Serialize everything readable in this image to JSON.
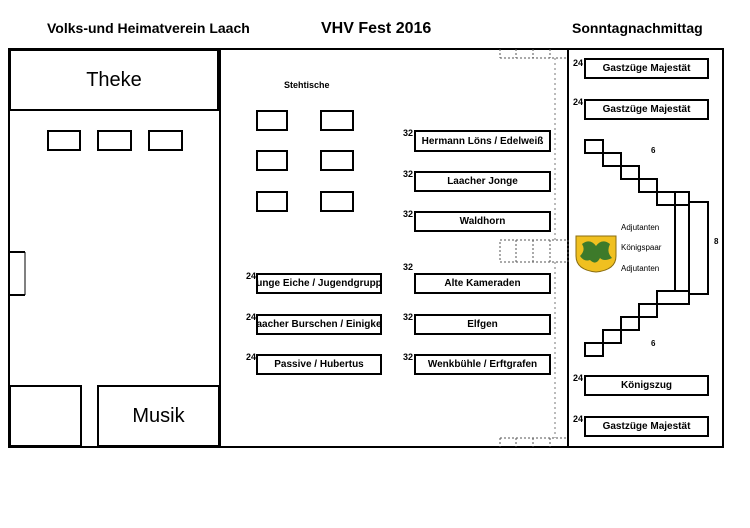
{
  "header": {
    "left": "Volks-und Heimatverein Laach",
    "center": "VHV Fest 2016",
    "right": "Sonntagnachmittag"
  },
  "rooms": {
    "theke": "Theke",
    "musik": "Musik",
    "stehtische": "Stehtische"
  },
  "middle_tables": [
    {
      "seats": "24",
      "label": "Junge Eiche / Jugendgruppe"
    },
    {
      "seats": "24",
      "label": "Laacher Burschen / Einigkeit"
    },
    {
      "seats": "24",
      "label": "Passive / Hubertus"
    }
  ],
  "center_tables": [
    {
      "seats": "32",
      "label": "Hermann Löns / Edelweiß"
    },
    {
      "seats": "32",
      "label": "Laacher Jonge"
    },
    {
      "seats": "32",
      "label": "Waldhorn"
    },
    {
      "seats": "32",
      "label": "Alte Kameraden"
    },
    {
      "seats": "32",
      "label": "Elfgen"
    },
    {
      "seats": "32",
      "label": "Wenkbühle / Erftgrafen"
    }
  ],
  "right_tables": [
    {
      "seats": "24",
      "label": "Gastzüge Majestät"
    },
    {
      "seats": "24",
      "label": "Gastzüge Majestät"
    },
    {
      "seats": "24",
      "label": "Königszug"
    },
    {
      "seats": "24",
      "label": "Gastzüge Majestät"
    }
  ],
  "royal": {
    "top_seats": "6",
    "bottom_seats": "6",
    "side_seats": "8",
    "adjutanten_top": "Adjutanten",
    "koenigspaar": "Königspaar",
    "adjutanten_bottom": "Adjutanten",
    "crest_icon": "coat-of-arms-icon",
    "crest_colors": {
      "gold": "#f0c020",
      "green": "#3d7a2a"
    }
  }
}
